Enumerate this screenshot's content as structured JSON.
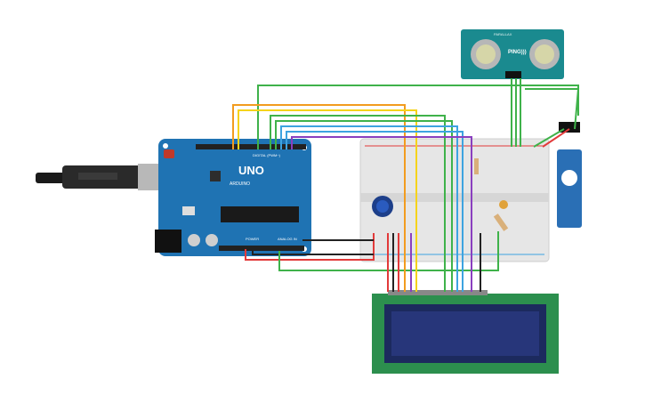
{
  "arduino": {
    "model": "UNO",
    "brand": "ARDUINO",
    "digital_label": "DIGITAL (PWM~)",
    "power_label": "POWER",
    "analog_label": "ANALOG IN"
  },
  "sensor": {
    "name": "PING)))",
    "top_label": "PARALLAX"
  },
  "colors": {
    "board": "#1f73b3",
    "breadboard": "#e6e6e6",
    "lcd_frame": "#2c8f4e",
    "lcd_screen": "#1c2a5e",
    "sensor_board": "#1a8a8f",
    "servo": "#2a6fb5",
    "wire_green": "#3fb24a",
    "wire_orange": "#f29c1f",
    "wire_yellow": "#f5d31b",
    "wire_blue": "#3da3e0",
    "wire_purple": "#8a3fbf",
    "wire_red": "#e23a3a",
    "wire_black": "#222222"
  }
}
